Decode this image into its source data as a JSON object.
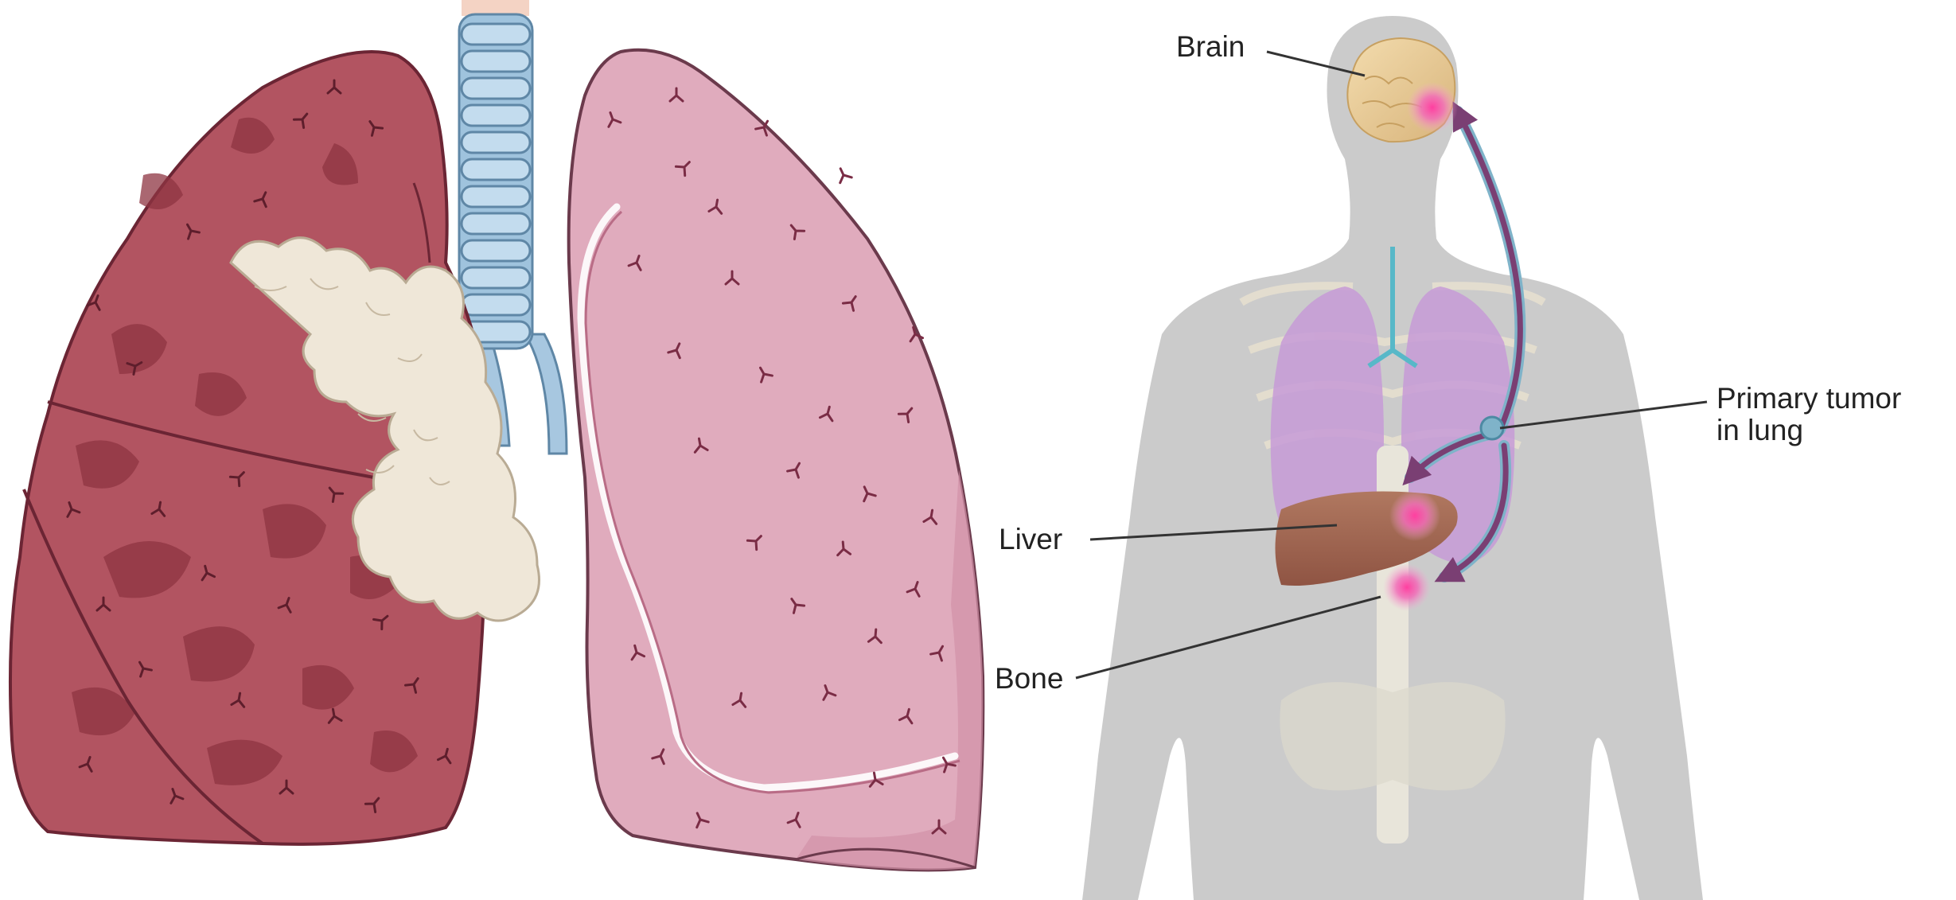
{
  "colors": {
    "diseased_lung": "#b25461",
    "diseased_lung_dark": "#8e3442",
    "healthy_lung": "#e0abbd",
    "healthy_lung_edge": "#b96c86",
    "tumor": "#efe7d8",
    "trachea": "#9fc3dd",
    "body_silhouette": "#cbcbcb",
    "metastasis_arrow": "#7a3f73",
    "lymph_path": "#7fb3c9",
    "metastasis_spot": "#e84fa6"
  },
  "labels": {
    "brain": "Brain",
    "primary_tumor_line1": "Primary tumor",
    "primary_tumor_line2": "in lung",
    "liver": "Liver",
    "bone": "Bone"
  }
}
